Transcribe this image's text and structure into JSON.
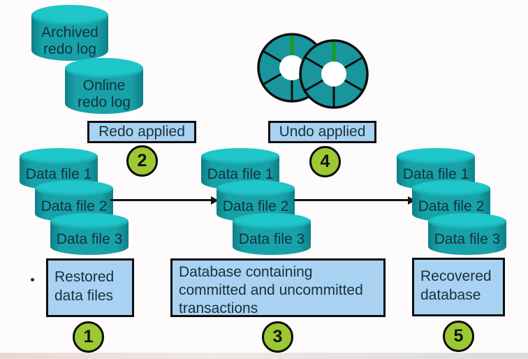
{
  "redo_logs": {
    "archived": {
      "lines": [
        "Archived",
        "redo log"
      ]
    },
    "online": {
      "lines": [
        "Online",
        "redo log"
      ]
    }
  },
  "process_labels": {
    "redo_applied": "Redo applied",
    "undo_applied": "Undo applied"
  },
  "data_files": [
    "Data file 1",
    "Data file 2",
    "Data file 3"
  ],
  "boxes": {
    "restored": {
      "lines": [
        "Restored",
        "data files"
      ]
    },
    "database": {
      "lines": [
        "Database containing",
        "committed and uncommitted",
        "transactions"
      ]
    },
    "recovered": {
      "lines": [
        "Recovered",
        "database"
      ]
    }
  },
  "step_numbers": {
    "step1": "1",
    "step2": "2",
    "step3": "3",
    "step4": "4",
    "step5": "5"
  },
  "icons": {
    "disks": "undo-segment-disks-icon",
    "cylinders": "database-cylinder-icon"
  },
  "colors": {
    "cylinder_top": "#1fc6ca",
    "cylinder_side": "#17a2a9",
    "disk_fill": "#18959d",
    "notch_green": "#189c1e",
    "step_circle": "#9cc832",
    "label_box": "#a9d2f2",
    "text": "#17303c"
  }
}
